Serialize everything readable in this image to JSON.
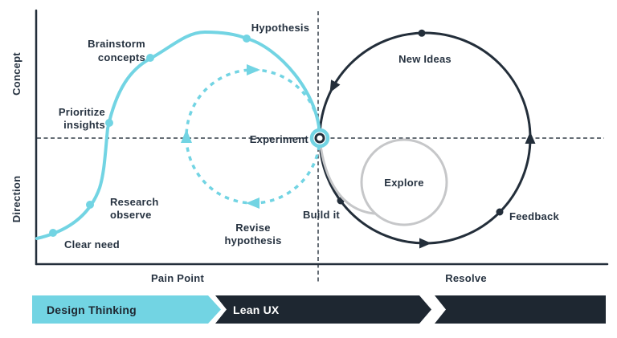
{
  "colors": {
    "cyan": "#72D4E3",
    "dark_stroke": "#232E3A",
    "bar_dark": "#1E2731",
    "gray": "#C6C7C9",
    "text": "#263240",
    "background": "#FFFFFF"
  },
  "axis": {
    "y_top": "Concept",
    "y_bottom": "Direction",
    "x_left": "Pain Point",
    "x_right": "Resolve"
  },
  "design_thinking_curve": {
    "clear_need": "Clear need",
    "research_line1": "Research",
    "research_line2": "observe",
    "prioritize_line1": "Prioritize",
    "prioritize_line2": "insights",
    "brainstorm_line1": "Brainstorm",
    "brainstorm_line2": "concepts",
    "hypothesis": "Hypothesis"
  },
  "lean_ux_loop": {
    "experiment": "Experiment",
    "revise_line1": "Revise",
    "revise_line2": "hypothesis",
    "build_it": "Build it"
  },
  "agile_loop": {
    "new_ideas": "New Ideas",
    "feedback": "Feedback",
    "explore": "Explore"
  },
  "timeline": {
    "design_thinking": "Design Thinking",
    "lean_ux": "Lean UX"
  }
}
